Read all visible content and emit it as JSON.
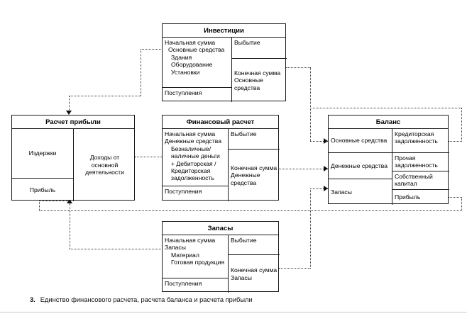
{
  "diagram": {
    "caption_number": "3.",
    "caption_text": "Единство финансового расчета, расчета баланса и расчета прибыли",
    "line_color": "#333333",
    "box_border_color": "#1a1a1a",
    "background": "#ffffff"
  },
  "boxes": {
    "investments": {
      "title": "Инвестиции",
      "left_top": "Начальная сумма",
      "left_sub_head": "Основные средства",
      "left_items": [
        "Здания",
        "Оборудование",
        "Установки"
      ],
      "left_bottom": "Поступления",
      "right_top": "Выбытие",
      "right_bottom_l1": "Конечная сумма",
      "right_bottom_l2": "Основные",
      "right_bottom_l3": "средства"
    },
    "profit": {
      "title": "Расчет прибыли",
      "costs": "Издержки",
      "profit": "Прибыль",
      "income_l1": "Доходы",
      "income_l2": "от основной",
      "income_l3": "деятельности"
    },
    "financial": {
      "title": "Финансовый расчет",
      "left_top": "Начальная сумма",
      "left_sub_head": "Денежные средства",
      "left_items": [
        "Безналичные/",
        "наличные деньги",
        "+ Дебиторская /",
        "Кредиторская",
        "задолженность"
      ],
      "left_bottom": "Поступления",
      "right_top": "Выбытие",
      "right_bottom_l1": "Конечная сумма",
      "right_bottom_l2": "Денежные",
      "right_bottom_l3": "средства"
    },
    "balance": {
      "title": "Баланс",
      "assets": [
        "Основные средства",
        "Денежные средства",
        "Запасы"
      ],
      "liabilities_l1": "Кредиторская",
      "liabilities_l1b": "задолженность",
      "liabilities_l2": "Прочая",
      "liabilities_l2b": "задолженность",
      "liabilities_l3": "Собственный",
      "liabilities_l3b": "капитал",
      "liabilities_l4": "Прибыль"
    },
    "stock": {
      "title": "Запасы",
      "left_top": "Начальная сумма",
      "left_sub_head": "Запасы",
      "left_items": [
        "Материал",
        "Готовая продукция"
      ],
      "left_bottom": "Поступления",
      "right_top": "Выбытие",
      "right_bottom_l1": "Конечная сумма",
      "right_bottom_l2": "Запасы"
    }
  }
}
